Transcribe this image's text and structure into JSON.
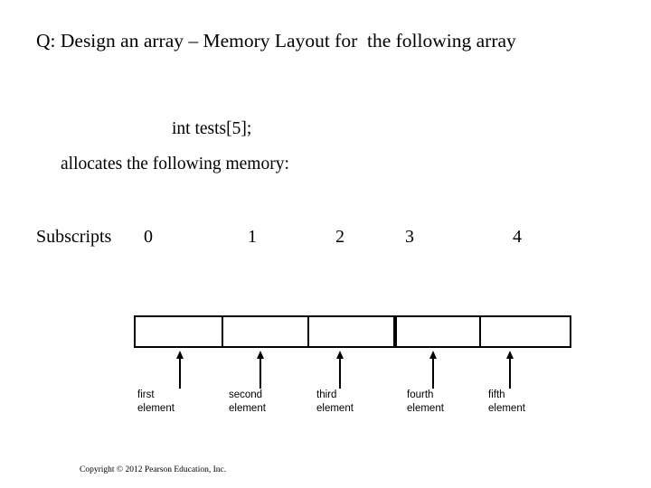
{
  "slide": {
    "title": "Q: Design an array – Memory Layout for  the following array",
    "code_line": "int tests[5];",
    "allocates_line": "allocates the following memory:",
    "subscripts_label": "Subscripts",
    "subscripts": [
      "0",
      "1",
      "2",
      "3",
      "4"
    ],
    "element_labels": [
      "first\nelement",
      "second\nelement",
      "third\nelement",
      "fourth\nelement",
      "fifth\nelement"
    ],
    "cells": [
      "",
      "",
      "",
      "",
      ""
    ],
    "footer": "Copyright © 2012 Pearson Education, Inc.",
    "colors": {
      "background": "#ffffff",
      "text": "#000000",
      "box_border": "#000000"
    }
  }
}
